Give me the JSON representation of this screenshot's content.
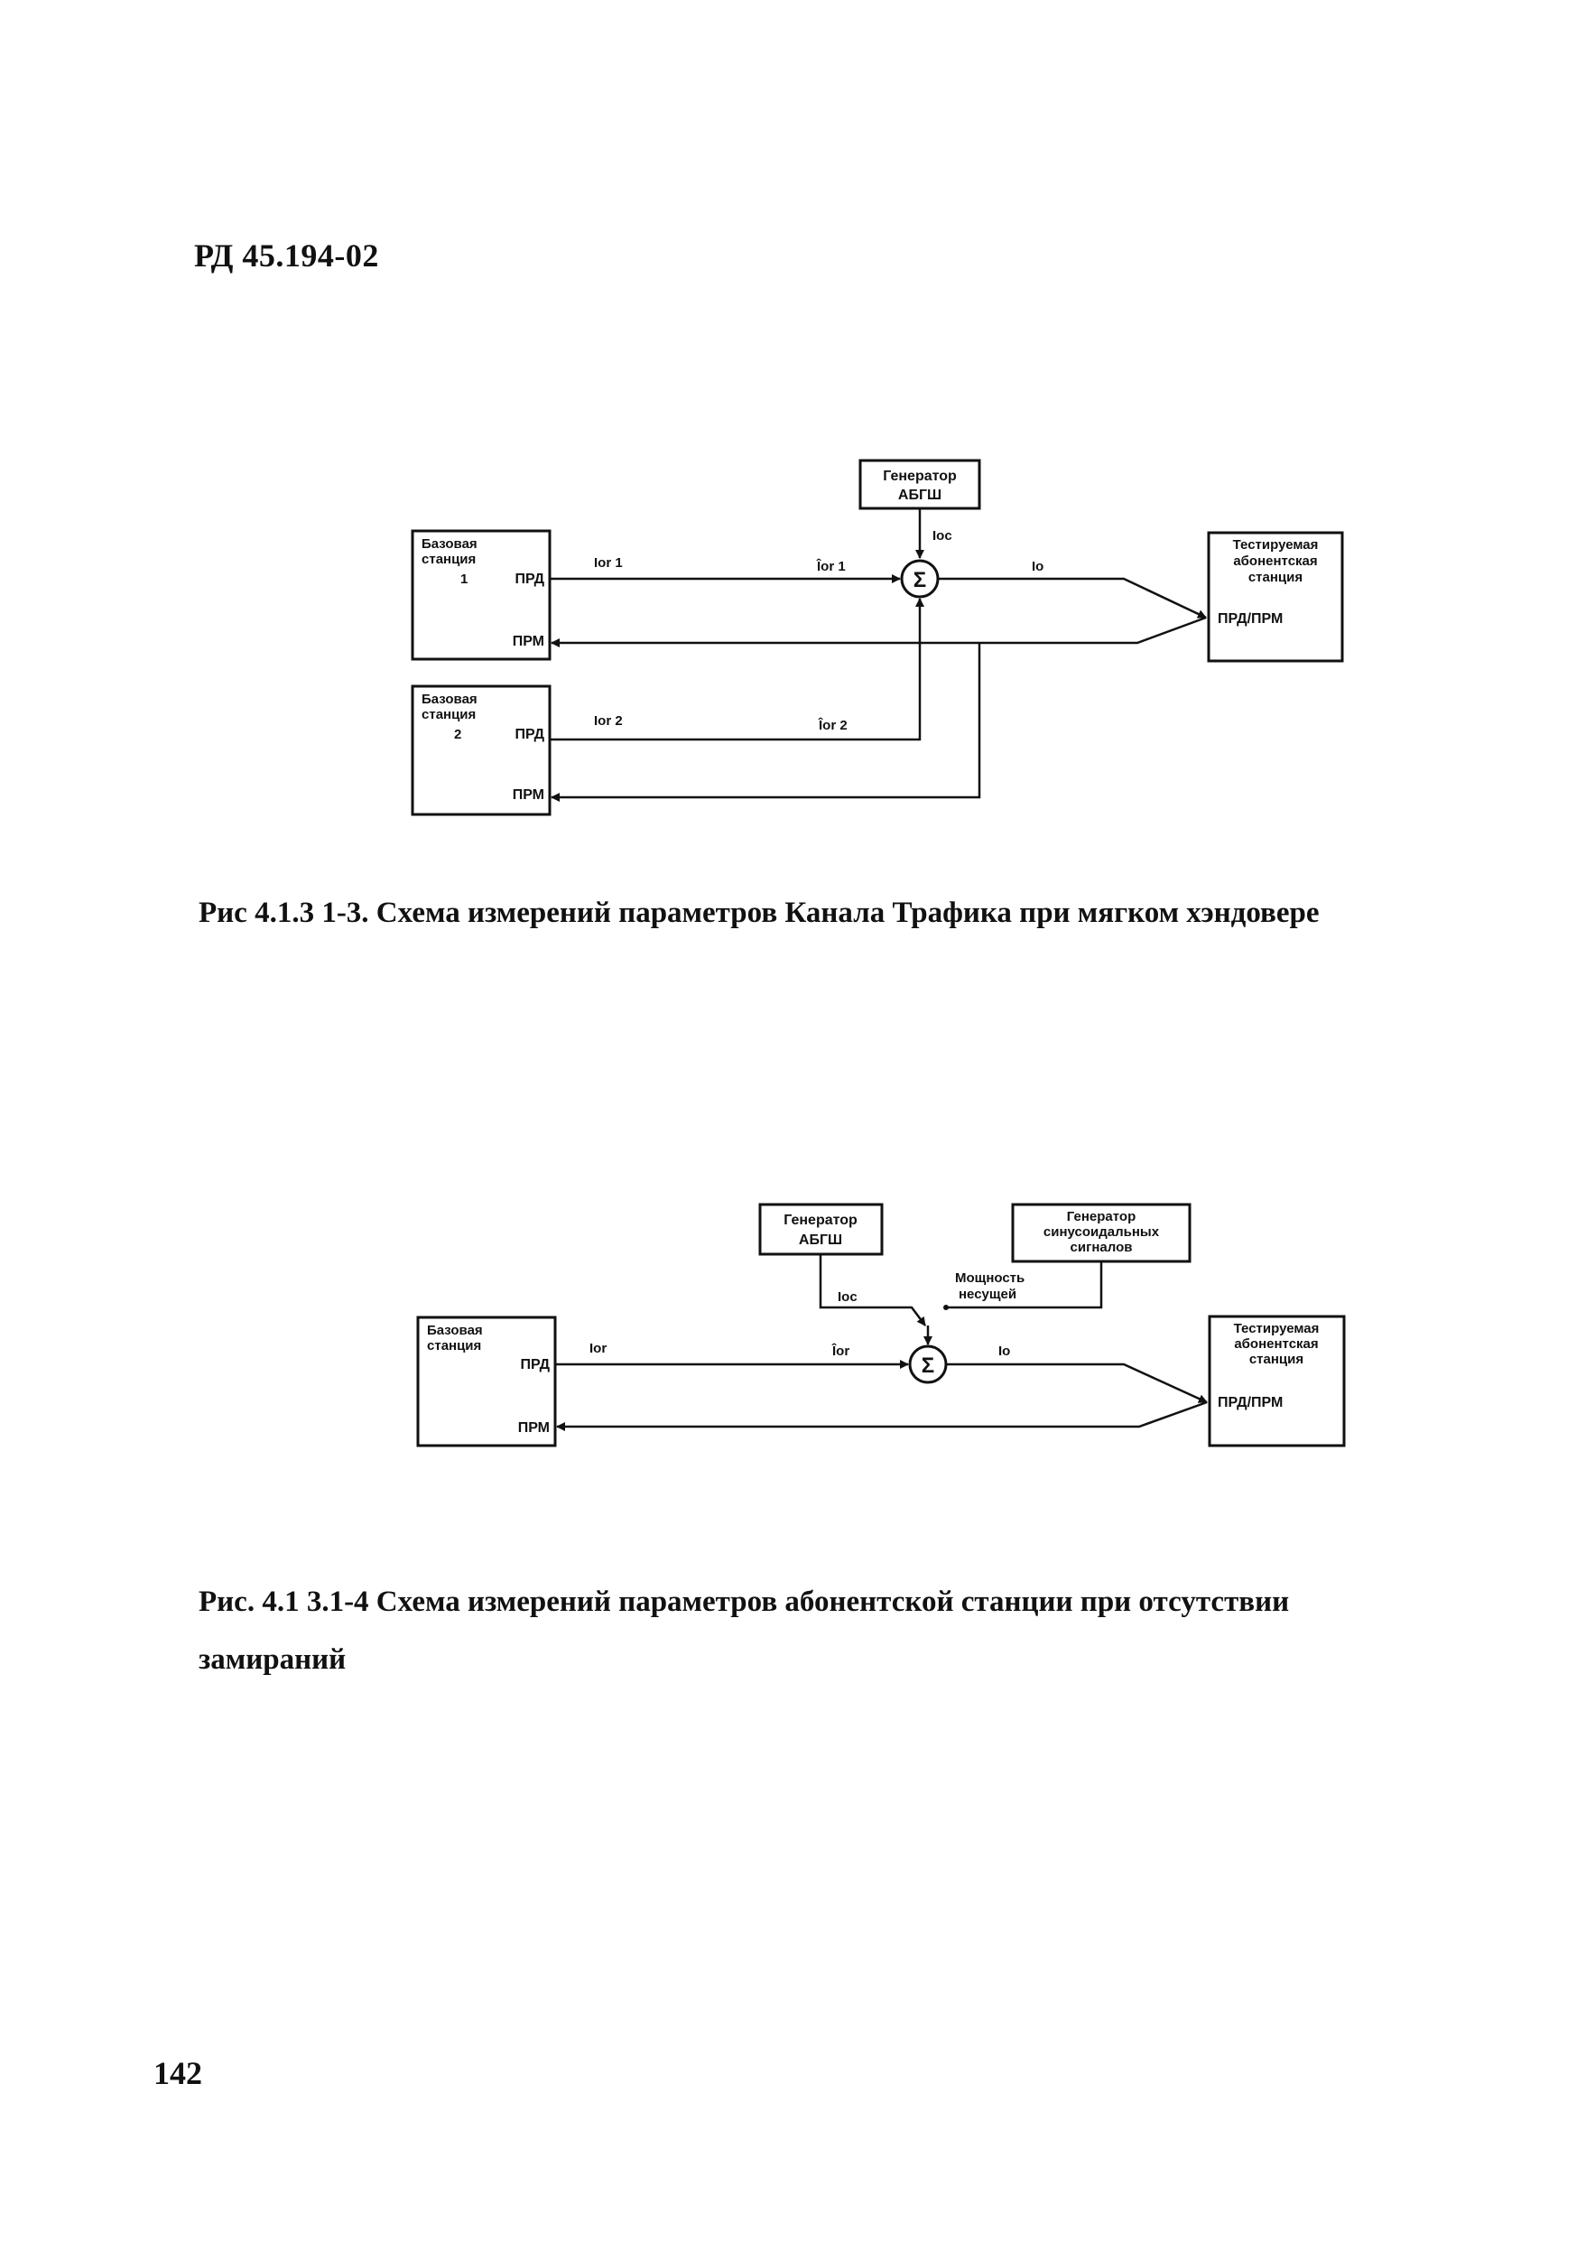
{
  "page": {
    "header": "РД 45.194-02",
    "page_number": "142"
  },
  "figure1": {
    "generator": [
      "Генератор",
      "АБГШ"
    ],
    "bs1": [
      "Базовая",
      "станция",
      "1",
      "ПРД",
      "ПРМ"
    ],
    "bs2": [
      "Базовая",
      "станция",
      "2",
      "ПРД",
      "ПРМ"
    ],
    "terminal": [
      "Тестируемая",
      "абонентская",
      "станция",
      "ПРД/ПРМ"
    ],
    "sum_symbol": "Σ",
    "labels": {
      "ior1": "Ior 1",
      "ior1_hat": "Îor 1",
      "ior2": "Ior 2",
      "ior2_hat": "Îor 2",
      "ioc": "Ioc",
      "io": "Io"
    },
    "caption": "Рис 4.1.3 1-3. Схема измерений параметров Канала Трафика при мягком хэндовере"
  },
  "figure2": {
    "generator_noise": [
      "Генератор",
      "АБГШ"
    ],
    "generator_sine": [
      "Генератор",
      "синусоидальных",
      "сигналов"
    ],
    "bs": [
      "Базовая",
      "станция",
      "ПРД",
      "ПРМ"
    ],
    "terminal": [
      "Тестируемая",
      "абонентская",
      "станция",
      "ПРД/ПРМ"
    ],
    "sum_symbol": "Σ",
    "labels": {
      "ior": "Ior",
      "ior_hat": "Îor",
      "ioc": "Ioc",
      "io": "Io",
      "carrier": [
        "Мощность",
        "несущей"
      ]
    },
    "caption_line1": "Рис. 4.1 3.1-4 Схема измерений параметров абонентской станции при отсутствии",
    "caption_line2": "замираний"
  }
}
